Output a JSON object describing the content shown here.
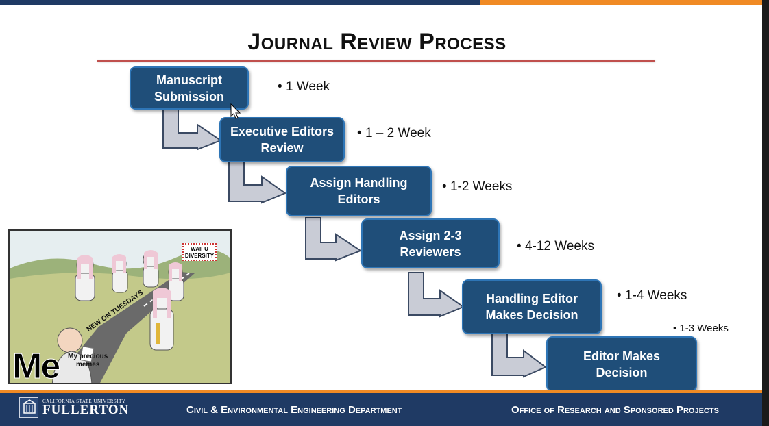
{
  "title": "Journal Review Process",
  "steps": [
    {
      "label": "Manuscript\nSubmission",
      "duration": "1 Week"
    },
    {
      "label": "Executive Editors\nReview",
      "duration": "1 – 2 Week"
    },
    {
      "label": "Assign Handling\nEditors",
      "duration": "1-2 Weeks"
    },
    {
      "label": "Assign 2-3\nReviewers",
      "duration": "4-12 Weeks"
    },
    {
      "label": "Handling Editor\nMakes Decision",
      "duration": "1-4 Weeks"
    },
    {
      "label": "Editor Makes\nDecision",
      "duration": "1-3 Weeks"
    }
  ],
  "cartoon": {
    "me_label": "Me",
    "memes_label": "My precious\nmemes",
    "sign_label": "WAIFU\nDIVERSITY",
    "road_label": "NEW ON TUESDAYS"
  },
  "footer": {
    "logo_line1": "CALIFORNIA STATE UNIVERSITY",
    "logo_line2": "FULLERTON",
    "department": "Civil & Environmental Engineering Department",
    "office": "Office of Research and Sponsored Projects"
  },
  "colors": {
    "box_fill": "#1f4e79",
    "arrow_fill": "#c9ccd6",
    "footer_bg": "#1f3a64",
    "accent_orange": "#f08a24",
    "title_rule": "#c0504d"
  }
}
